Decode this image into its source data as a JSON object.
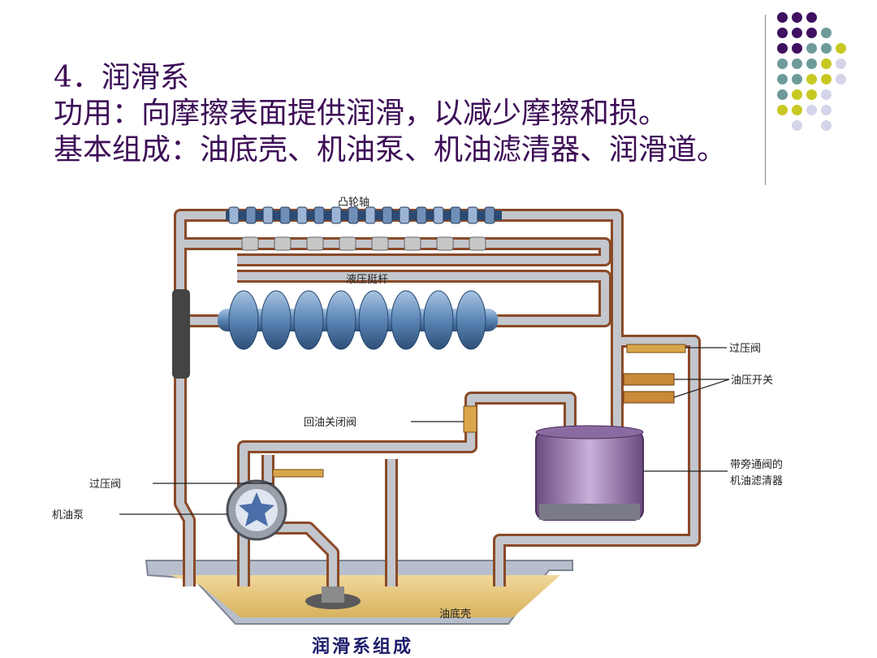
{
  "slide": {
    "heading": "4．润滑系",
    "function_line": "功用：向摩擦表面提供润滑，以减少摩擦和损。",
    "composition_line": "基本组成：油底壳、机油泵、机油滤清器、润滑道。"
  },
  "diagram": {
    "labels": {
      "camshaft": "凸轮轴",
      "hydraulic_lifter": "液压挺杆",
      "relief_valve_top": "过压阀",
      "pressure_switch": "油压开关",
      "return_valve": "回油关闭阀",
      "filter_line1": "带旁通阀的",
      "filter_line2": "机油滤清器",
      "relief_valve_pump": "过压阀",
      "oil_pump": "机油泵",
      "oil_pan": "油底壳"
    },
    "caption": "润滑系组成"
  },
  "decor": {
    "dot_colors": [
      "#3f1060",
      "#6e9a9a",
      "#c8c823",
      "#d4d4ea"
    ]
  }
}
